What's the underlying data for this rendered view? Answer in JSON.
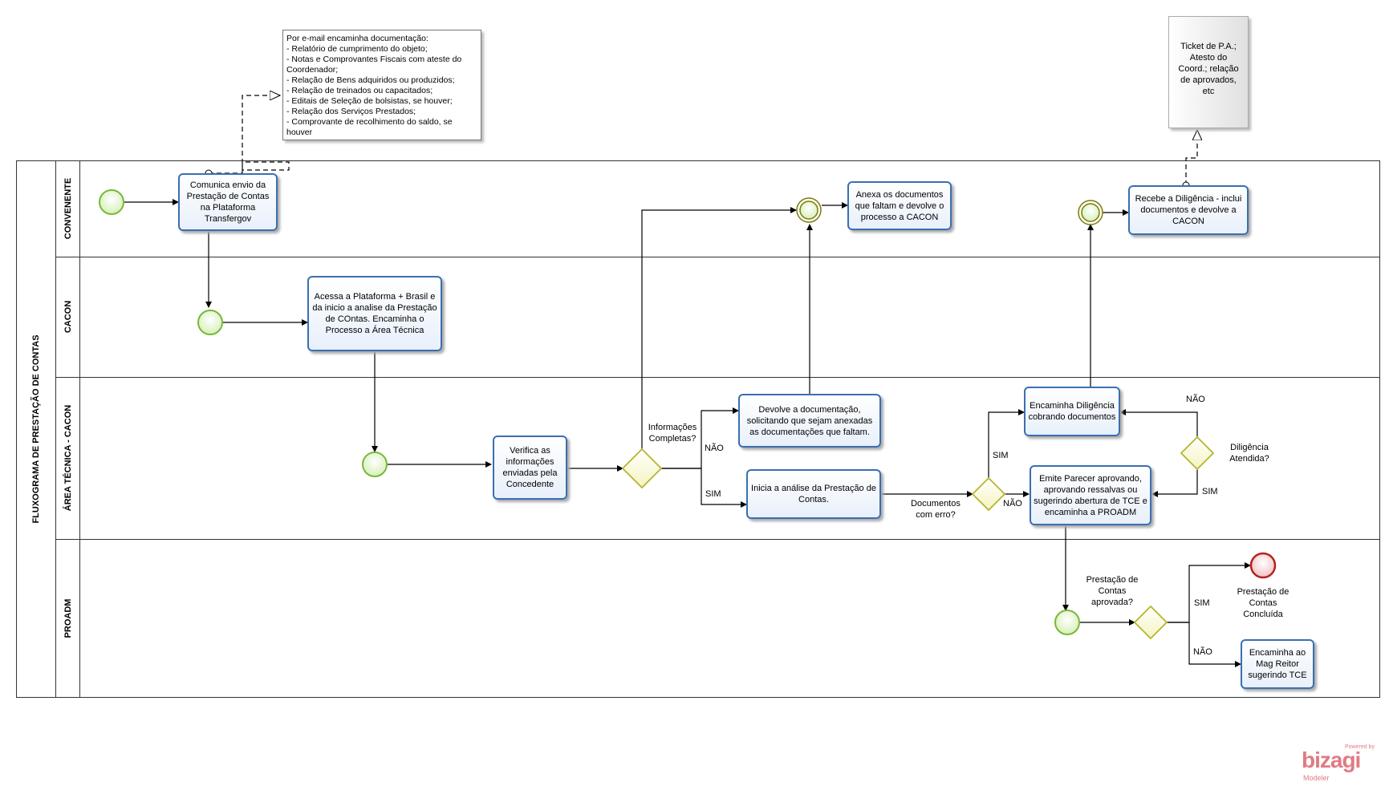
{
  "pool": {
    "title": "FLUXOGRAMA DE PRESTAÇÃO DE CONTAS"
  },
  "lanes": [
    "CONVENENTE",
    "CACON",
    "ÁREA TÉCNICA - CACON",
    "PROADM"
  ],
  "tasks": {
    "t1": "Comunica envio da Prestação de Contas na Plataforma Transfergov",
    "t2": "Acessa a Plataforma + Brasil e da inicio a analise da Prestação de COntas. Encaminha o Processo a Área Técnica",
    "t3": "Verifica as informações enviadas pela Concedente",
    "t4": "Devolve a documentação, solicitando que sejam anexadas as documentações que faltam.",
    "t5": "Inicia a análise da Prestação de Contas.",
    "t6": "Anexa os documentos que faltam e devolve o processo  a CACON",
    "t7": "Encaminha Diligência cobrando documentos",
    "t8": "Emite Parecer aprovando, aprovando ressalvas ou sugerindo abertura de TCE e encaminha a PROADM",
    "t9": "Recebe a Diligência - inclui documentos e devolve a CACON",
    "t10": "Encaminha ao Mag Reitor sugerindo TCE"
  },
  "note": "Por e-mail encaminha documentação:\n- Relatório de cumprimento do objeto;\n- Notas e Comprovantes Fiscais com ateste do Coordenador;\n- Relação de Bens adquiridos ou  produzidos;\n- Relação de treinados ou capacitados;\n- Editais de Seleção de bolsistas, se houver;\n- Relação dos Serviços Prestados;\n- Comprovante de recolhimento do saldo, se houver",
  "ticket": "Ticket de P.A.;\nAtesto do\nCoord.; relação\nde aprovados,\netc",
  "gateways": {
    "g1": "Informações\nCompletas?",
    "g2": "Documentos\ncom erro?",
    "g3": "Diligência\nAtendida?",
    "g4": "Prestação de\nContas\naprovada?"
  },
  "flow_labels": {
    "g1_no": "NÃO",
    "g1_yes": "SIM",
    "g2_yes": "SIM",
    "g2_no": "NÃO",
    "g3_no": "NÃO",
    "g3_yes": "SIM",
    "g4_yes": "SIM",
    "g4_no": "NÃO"
  },
  "end_event": "Prestação de\nContas\nConcluída",
  "branding": {
    "powered": "Powered by",
    "name": "bizagi",
    "product": "Modeler"
  },
  "colors": {
    "task_border": "#3a6fb0",
    "start_event": "#78b83a",
    "start_fill": "#eaf7d9",
    "gateway_border": "#b5b530",
    "gateway_fill": "#fdfde0",
    "end_event": "#b82020",
    "end_fill": "#f9dede",
    "logo": "#e07b84"
  }
}
